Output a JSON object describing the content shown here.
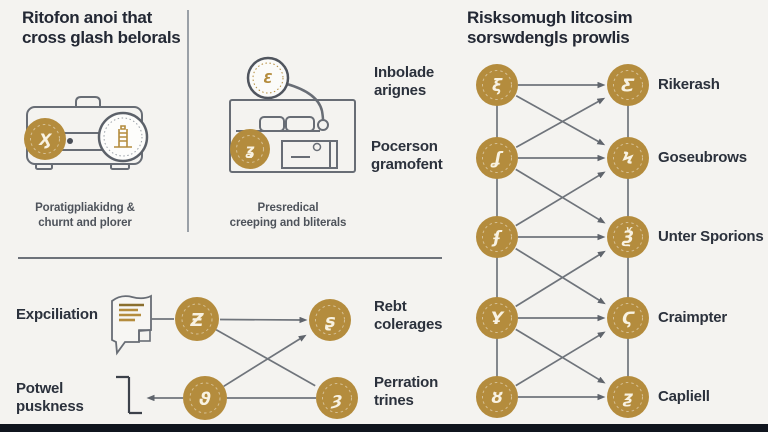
{
  "titles": {
    "left": "Ritofon anoi that\ncross glash belorals",
    "right": "Risksomugh litcosim\nsorswdengls prowlis"
  },
  "captions": {
    "briefcase": "Poratigpliakidng &\nchurnt and plorer",
    "device": "Presredical\ncreeping and bliterals"
  },
  "left_labels": {
    "inbolade": "Inbolade\narignes",
    "pocerson": "Pocerson\ngramofent",
    "rebt": "Rebt\ncolerages",
    "perration": "Perration\ntrines",
    "expciliation": "Expciliation",
    "potwel": "Potwel\npuskness"
  },
  "network_labels": [
    "Rikerash",
    "Goseubrows",
    "Unter Sporions",
    "Craimpter",
    "Capliell"
  ],
  "glyphs": {
    "briefcase_coin": "Ӽ",
    "device_gauge": "Ɛ",
    "device_coin": "ʓ",
    "flow": [
      "Ƶ",
      "ϑ",
      "ʂ",
      "ȝ"
    ],
    "net_left": [
      "ξ",
      "ʆ",
      "ʄ",
      "Ұ",
      "ȣ"
    ],
    "net_right": [
      "Ƹ",
      "Ϟ",
      "Ѯ",
      "Ϛ",
      "ƺ"
    ]
  },
  "colors": {
    "background": "#f4f3f0",
    "gold": "#b48c3d",
    "illustration_line": "#686d75",
    "edge_line": "#6f747b",
    "title_text": "#232834",
    "label_text": "#2b313c",
    "caption_text": "#4e535b",
    "bottom_bar": "#10151e"
  }
}
